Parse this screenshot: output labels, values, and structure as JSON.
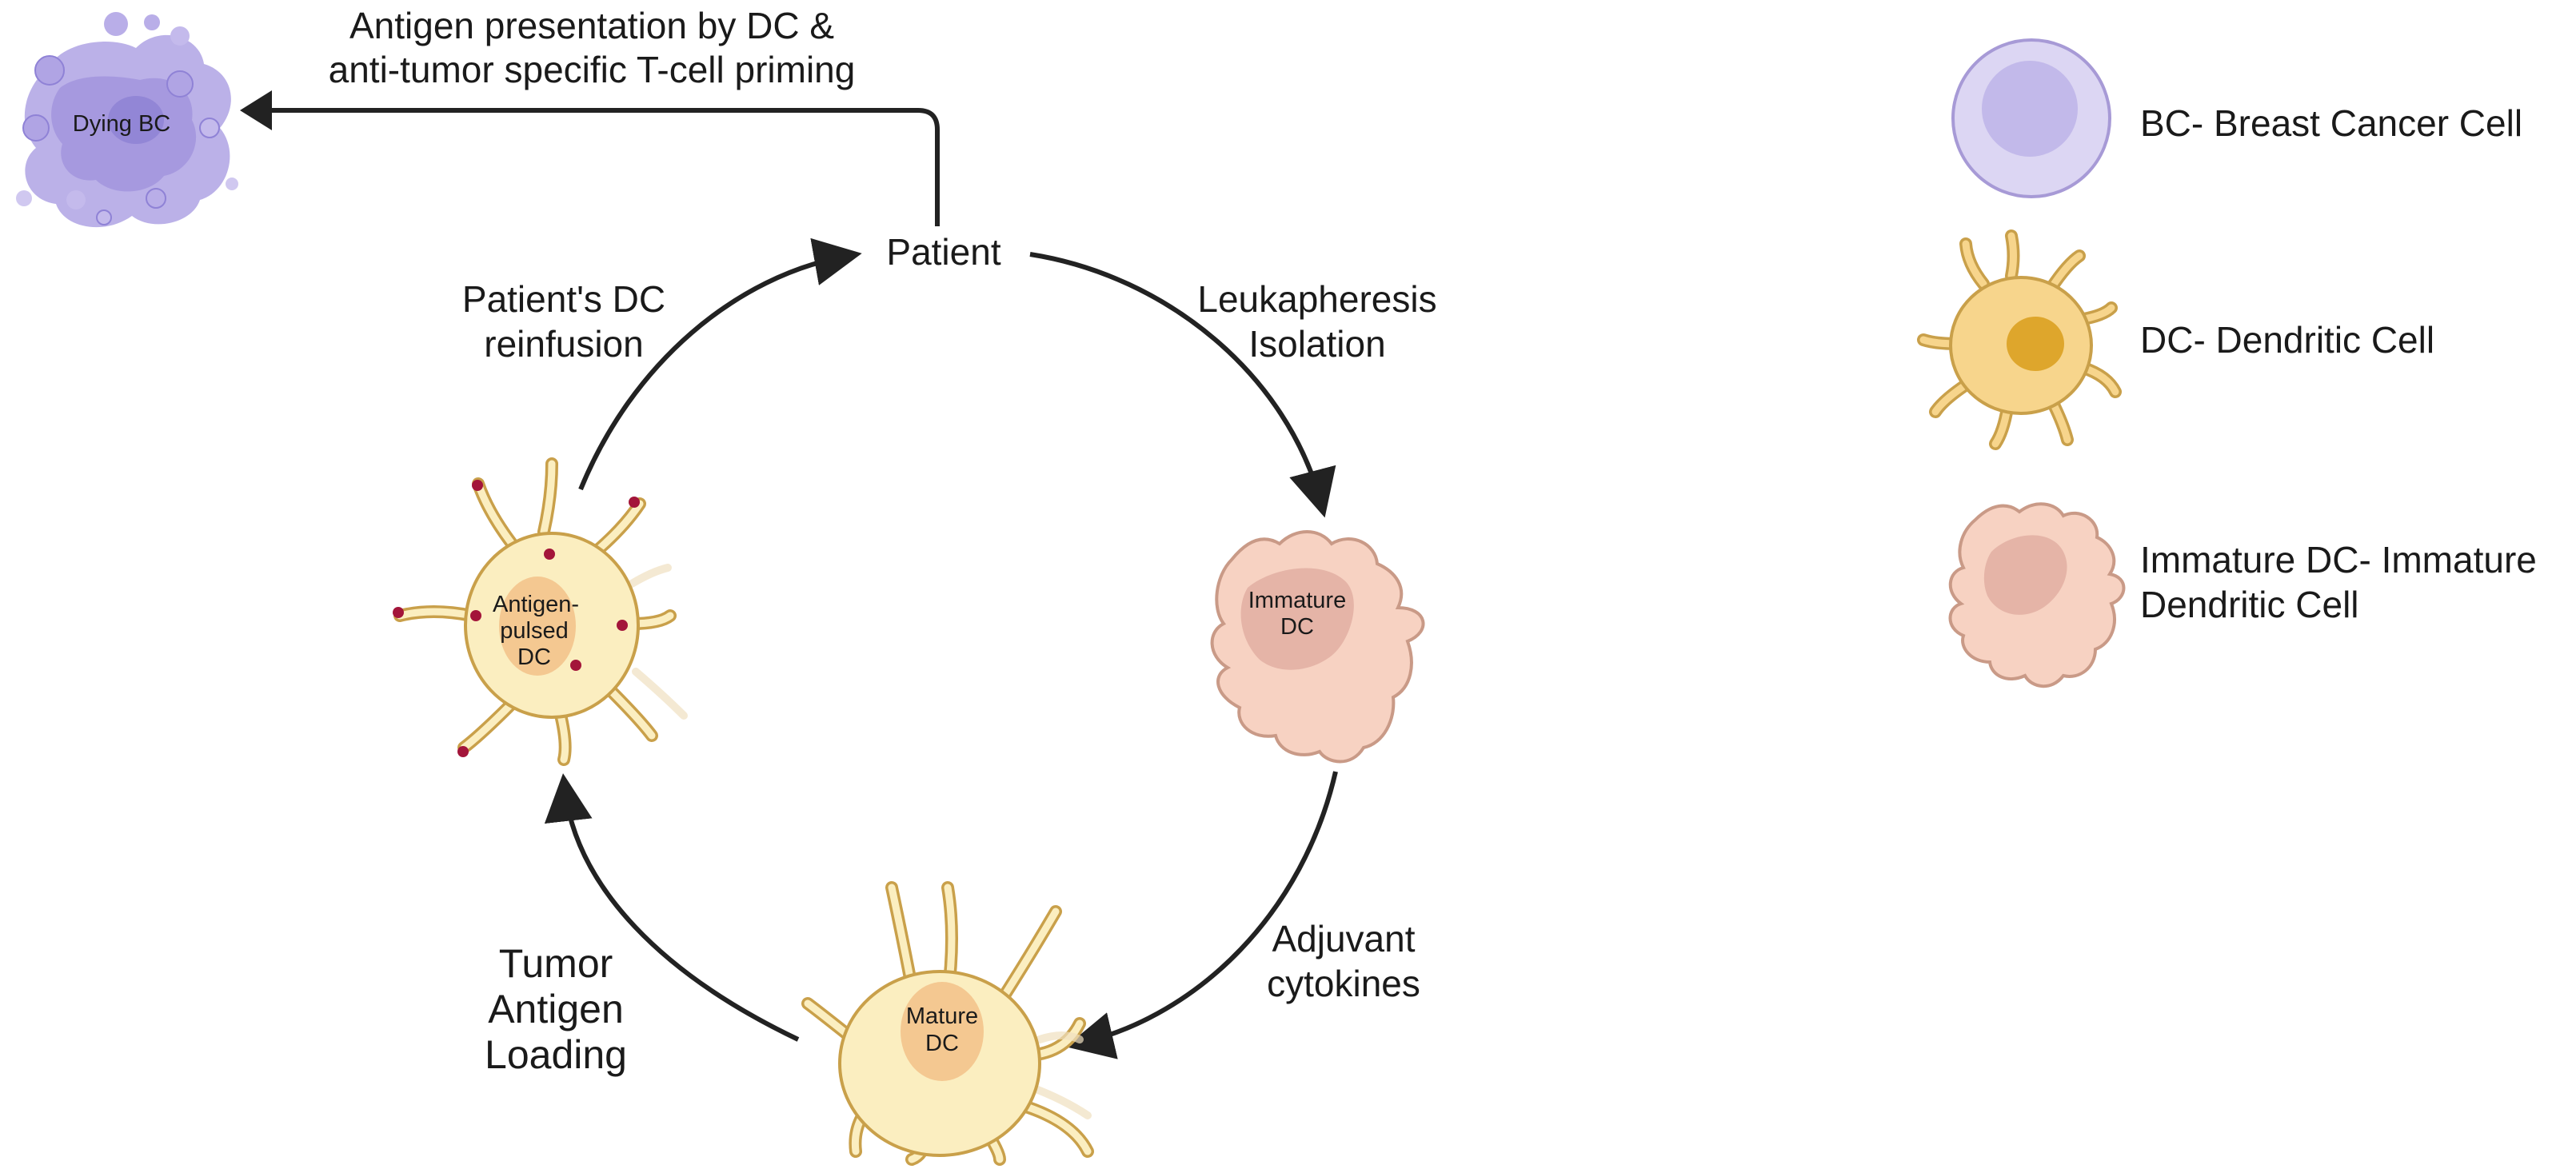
{
  "diagram": {
    "top_flow": {
      "line1": "Antigen presentation by DC &",
      "line2": "anti-tumor specific T-cell priming"
    },
    "patient": "Patient",
    "steps": {
      "leukapheresis": [
        "Leukapheresis",
        "Isolation"
      ],
      "adjuvant": [
        "Adjuvant",
        "cytokines"
      ],
      "tumor_loading": [
        "Tumor",
        "Antigen",
        "Loading"
      ],
      "reinfusion": [
        "Patient's DC",
        "reinfusion"
      ]
    },
    "cells": {
      "dying_bc": "Dying BC",
      "immature_dc": [
        "Immature",
        "DC"
      ],
      "mature_dc": [
        "Mature",
        "DC"
      ],
      "antigen_pulsed_dc": [
        "Antigen-",
        "pulsed",
        "DC"
      ]
    }
  },
  "legend": {
    "bc": "BC- Breast Cancer Cell",
    "dc": "DC- Dendritic Cell",
    "immature": [
      "Immature DC- Immature",
      "Dendritic Cell"
    ]
  },
  "colors": {
    "bc_fill": "#dcd6f3",
    "bc_stroke": "#a79ad6",
    "dying_bc": "#b4a8e6",
    "dc_fill": "#fbeec0",
    "dc_stroke": "#c9a04a",
    "dc_nucleus": "#f4c891",
    "legend_dc_fill": "#f7d58c",
    "legend_dc_nucleus": "#dea62c",
    "immature_fill": "#f7d2c2",
    "immature_stroke": "#c99a87",
    "immature_nucleus": "#e0ada0",
    "antigen_dot": "#a3153a",
    "arrow": "#222222"
  }
}
